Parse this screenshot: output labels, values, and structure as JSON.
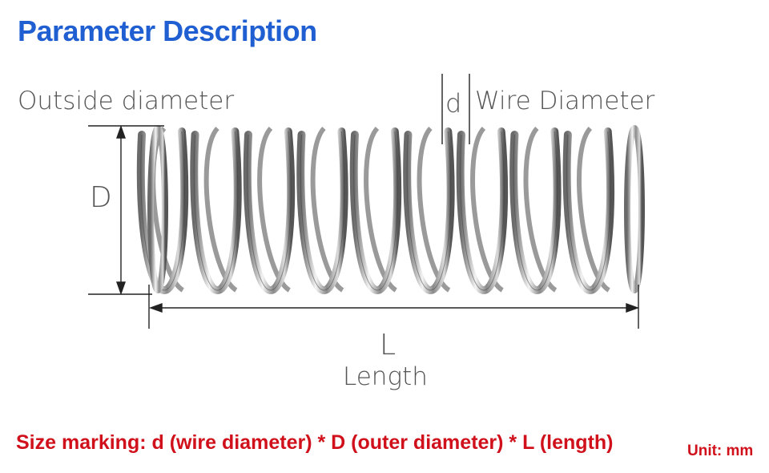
{
  "title": "Parameter Description",
  "labels": {
    "outside_diameter": "Outside diameter",
    "wire_diameter": "Wire Diameter",
    "d_symbol": "d",
    "D_symbol": "D",
    "L_symbol": "L",
    "length": "Length"
  },
  "size_marking": "Size marking: d (wire diameter) * D (outer diameter) * L (length)",
  "unit": "Unit: mm",
  "colors": {
    "title": "#1f5fd1",
    "labels": "#555555",
    "note": "#d0101b"
  },
  "image": {
    "subject": "compression spring photo",
    "coil_count": 9
  }
}
